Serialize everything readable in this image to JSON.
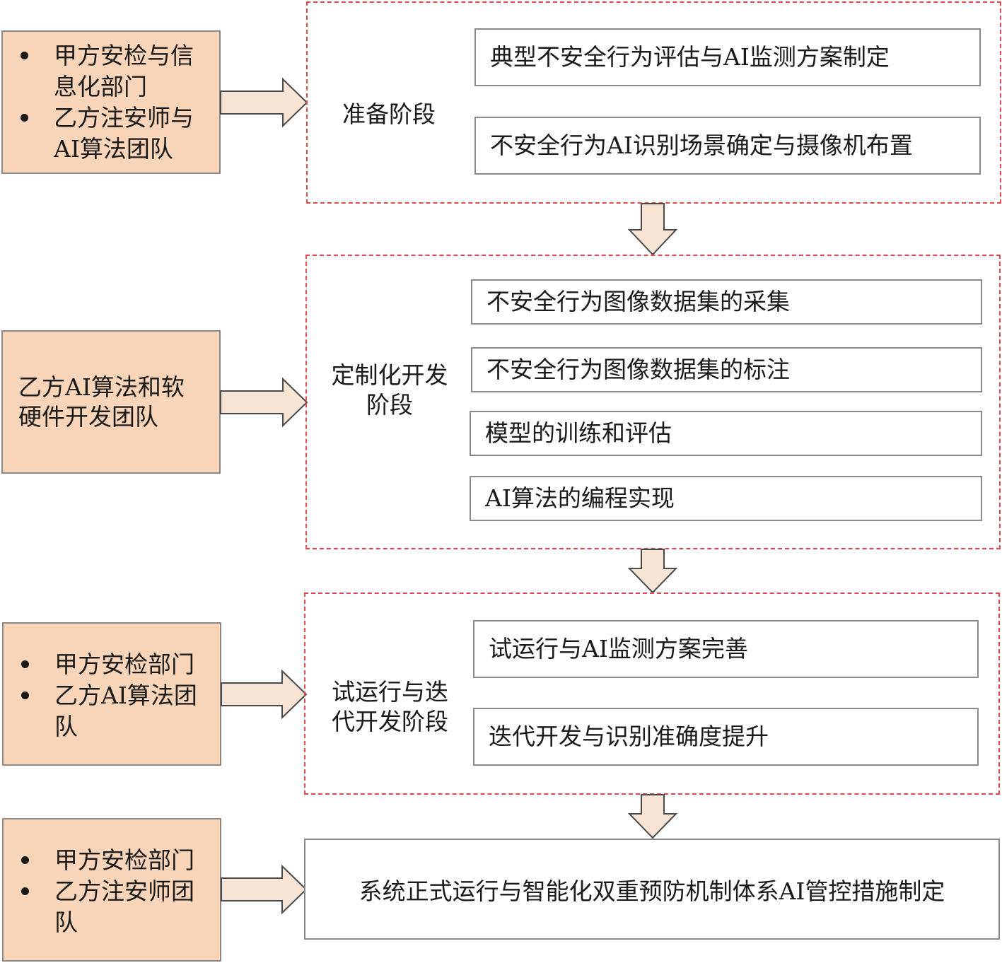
{
  "stages": [
    {
      "team": {
        "bullets": [
          "甲方安检与信息化部门",
          "乙方注安师与AI算法团队"
        ]
      },
      "label": "准备阶段",
      "tasks": [
        "典型不安全行为评估与AI监测方案制定",
        "不安全行为AI识别场景确定与摄像机布置"
      ]
    },
    {
      "team": {
        "text": "乙方AI算法和软硬件开发团队"
      },
      "label": "定制化开发阶段",
      "tasks": [
        "不安全行为图像数据集的采集",
        "不安全行为图像数据集的标注",
        "模型的训练和评估",
        "AI算法的编程实现"
      ]
    },
    {
      "team": {
        "bullets": [
          "甲方安检部门",
          "乙方AI算法团队"
        ]
      },
      "label": "试运行与迭代开发阶段",
      "tasks": [
        "试运行与AI监测方案完善",
        "迭代开发与识别准确度提升"
      ]
    },
    {
      "team": {
        "bullets": [
          "甲方安检部门",
          "乙方注安师团队"
        ]
      },
      "final": "系统正式运行与智能化双重预防机制体系AI管控措施制定"
    }
  ],
  "colors": {
    "team_fill": "#f8d5b8",
    "stage_border": "#e0474c",
    "arrow_fill": "#f8e4d4",
    "box_border": "#8a8a8a"
  }
}
